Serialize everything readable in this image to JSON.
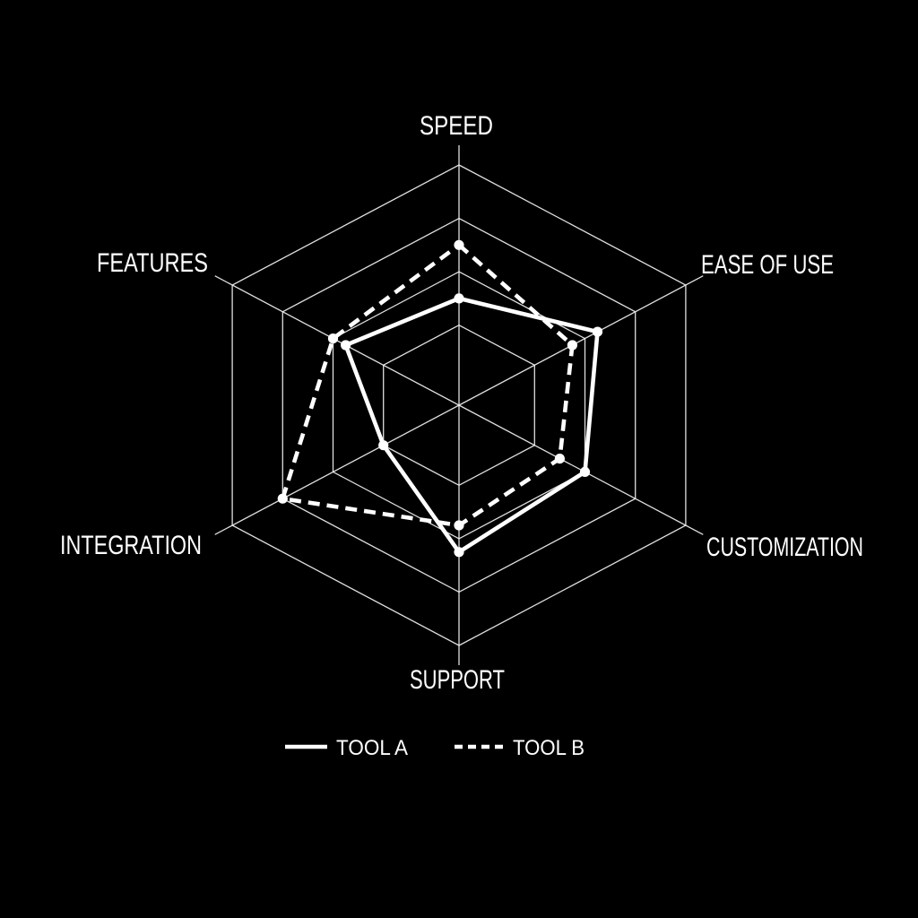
{
  "chart_data": {
    "type": "radar",
    "title": "",
    "categories": [
      "SPEED",
      "EASE OF USE",
      "CUSTOMIZATION",
      "SUPPORT",
      "INTEGRATION",
      "FEATURES"
    ],
    "series": [
      {
        "name": "TOOL A",
        "line_style": "solid",
        "values": [
          50,
          65,
          60,
          65,
          40,
          55
        ]
      },
      {
        "name": "TOOL B",
        "line_style": "dashed",
        "values": [
          70,
          55,
          50,
          55,
          80,
          60
        ]
      }
    ],
    "scale": {
      "min": 10,
      "max": 100,
      "rings": [
        40,
        60,
        80,
        100
      ],
      "ring_labels_visible": false
    },
    "grid_shape": "hexagon",
    "grid_on": true,
    "point_markers": true,
    "legend_position": "bottom-center",
    "colors": {
      "background": "#000000",
      "series_line": "#ffffff",
      "grid_line": "#f2f2f2",
      "text": "#ffffff"
    }
  }
}
